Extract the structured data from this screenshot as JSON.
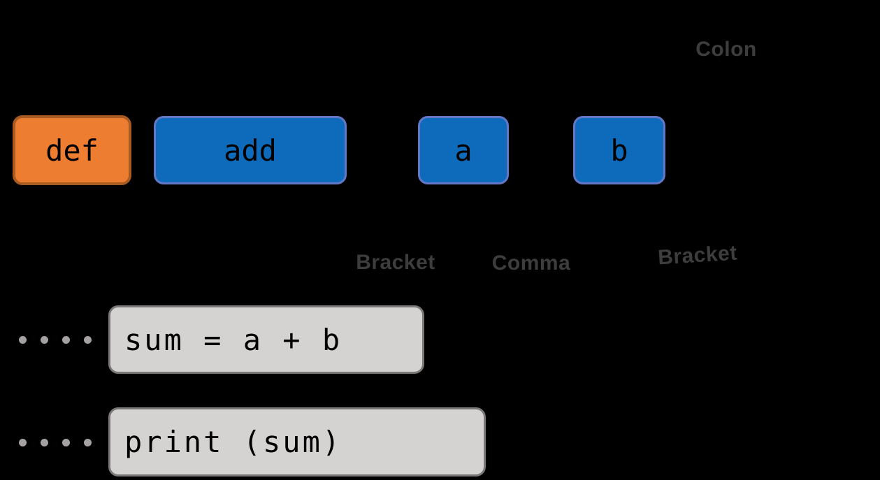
{
  "canvas": {
    "background": "#000000"
  },
  "annotations": {
    "colon": {
      "label": "Colon"
    },
    "bracket_open": {
      "label": "Bracket"
    },
    "comma": {
      "label": "Comma"
    },
    "bracket_close": {
      "label": "Bracket"
    },
    "text_color": "#3d3d3d"
  },
  "function_header": {
    "tokens": [
      {
        "text": "def",
        "role": "keyword",
        "fill": "#ed7d31",
        "border": "#aa5b21"
      },
      {
        "text": "add",
        "role": "function-name",
        "fill": "#0e6bbb",
        "border": "#6377c6"
      },
      {
        "text": "a",
        "role": "parameter",
        "fill": "#0e6bbb",
        "border": "#6377c6"
      },
      {
        "text": "b",
        "role": "parameter",
        "fill": "#0e6bbb",
        "border": "#6377c6"
      }
    ],
    "text_color": "#000000"
  },
  "function_body": {
    "lines": [
      {
        "code": "sum = a + b",
        "indent_dots": 4
      },
      {
        "code": "print (sum)",
        "indent_dots": 4
      }
    ],
    "box_fill": "#d5d2d2",
    "box_border": "#7b7777",
    "dot_color": "#a5a1a1",
    "text_color": "#000000"
  }
}
